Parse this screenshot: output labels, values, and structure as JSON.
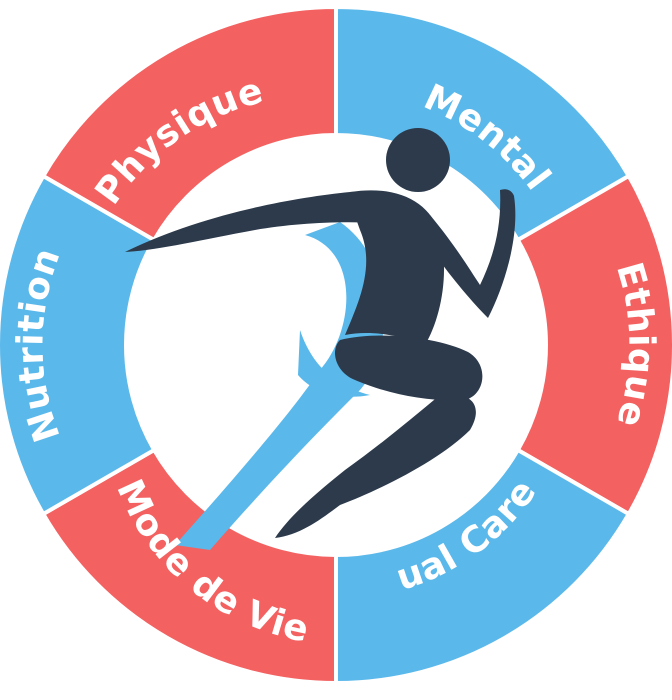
{
  "wheel": {
    "colors": {
      "red": "#f36161",
      "blue": "#5bb8ea",
      "figure_dark": "#2c3a4b",
      "figure_light": "#5bb8ea",
      "border": "#ffffff",
      "center": "#ffffff"
    },
    "segments": [
      {
        "label": "Mental",
        "color": "#5bb8ea"
      },
      {
        "label": "Ethique",
        "color": "#f36161"
      },
      {
        "label": "Dual Career",
        "color": "#5bb8ea"
      },
      {
        "label": "Mode de Vie",
        "color": "#f36161"
      },
      {
        "label": "Nutrition",
        "color": "#5bb8ea"
      },
      {
        "label": "Physique",
        "color": "#f36161"
      }
    ],
    "center_icon": "runner-icon"
  }
}
